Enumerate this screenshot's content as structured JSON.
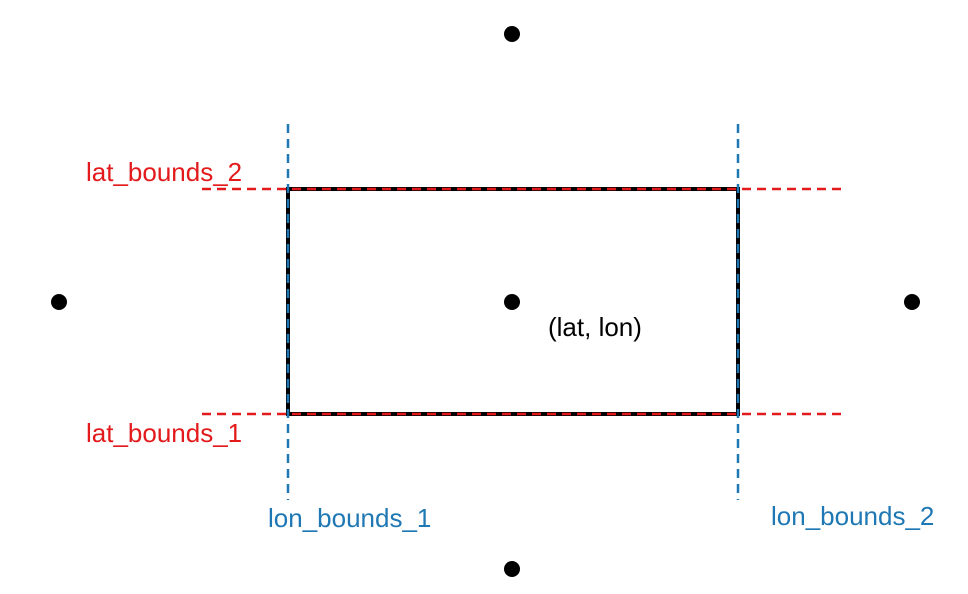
{
  "labels": {
    "lat_bounds_2": "lat_bounds_2",
    "lat_bounds_1": "lat_bounds_1",
    "lon_bounds_1": "lon_bounds_1",
    "lon_bounds_2": "lon_bounds_2",
    "center": "(lat, lon)"
  },
  "colors": {
    "lat_bounds": "#e31a1c",
    "lon_bounds": "#1f78b4",
    "cell": "#000000",
    "points": "#000000",
    "text": "#000000"
  }
}
